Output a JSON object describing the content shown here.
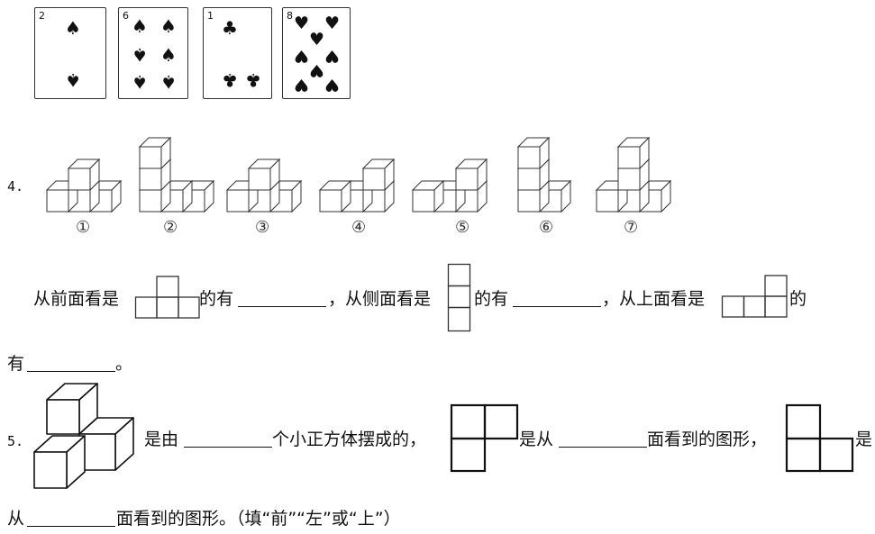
{
  "cards": [
    {
      "rank": "2",
      "suit": "♠"
    },
    {
      "rank": "6",
      "suit": "♠"
    },
    {
      "rank": "1",
      "suit": "♣"
    },
    {
      "rank": "8",
      "suit": "♥"
    }
  ],
  "q4": {
    "number": "4.",
    "labels": [
      "①",
      "②",
      "③",
      "④",
      "⑤",
      "⑥",
      "⑦"
    ],
    "t1": "从前面看是",
    "t2": "的有",
    "t3": "，从侧面看是",
    "t4": "的有",
    "t5": "，从上面看是",
    "t6": "的",
    "t7": "有",
    "t8": "。"
  },
  "q5": {
    "number": "5.",
    "t1": "是由",
    "t2": "个小正方体摆成的，",
    "t3": "是从",
    "t4": "面看到的图形，",
    "t5": "是",
    "t6": "从",
    "t7": "面看到的图形。（填“前”“左”或“上”）"
  }
}
